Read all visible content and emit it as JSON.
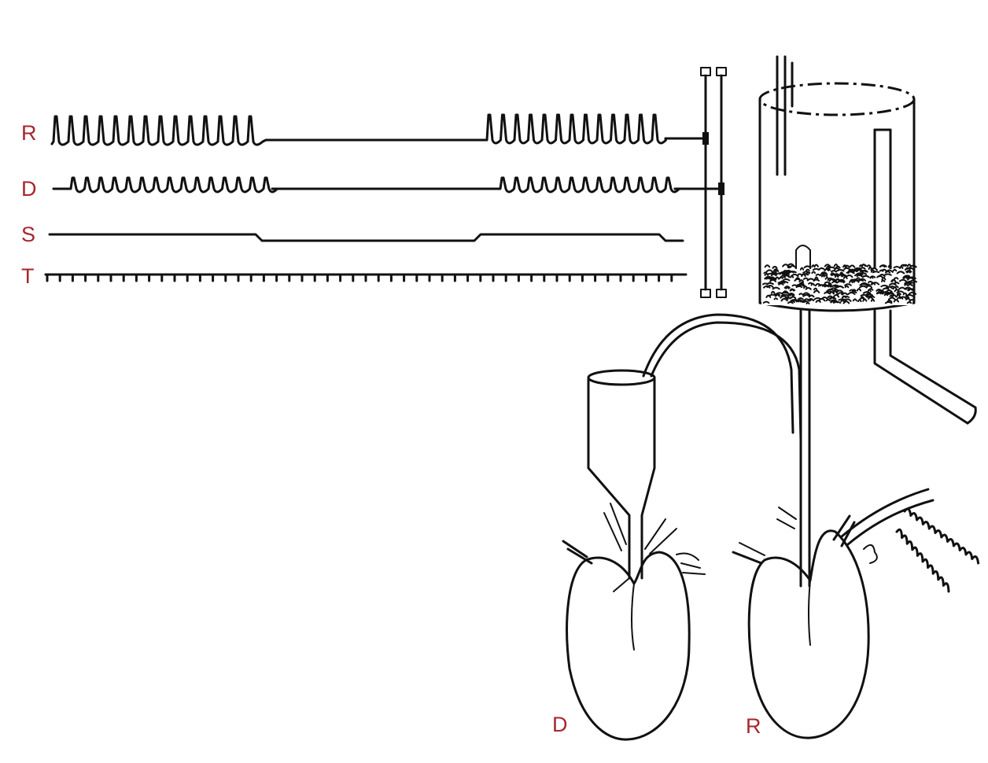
{
  "labels": {
    "trace_r": "R",
    "trace_d": "D",
    "trace_s": "S",
    "trace_t": "T",
    "heart_d": "D",
    "heart_r": "R"
  },
  "colors": {
    "label": "#a8262f",
    "ink": "#111111",
    "background": "#ffffff"
  }
}
